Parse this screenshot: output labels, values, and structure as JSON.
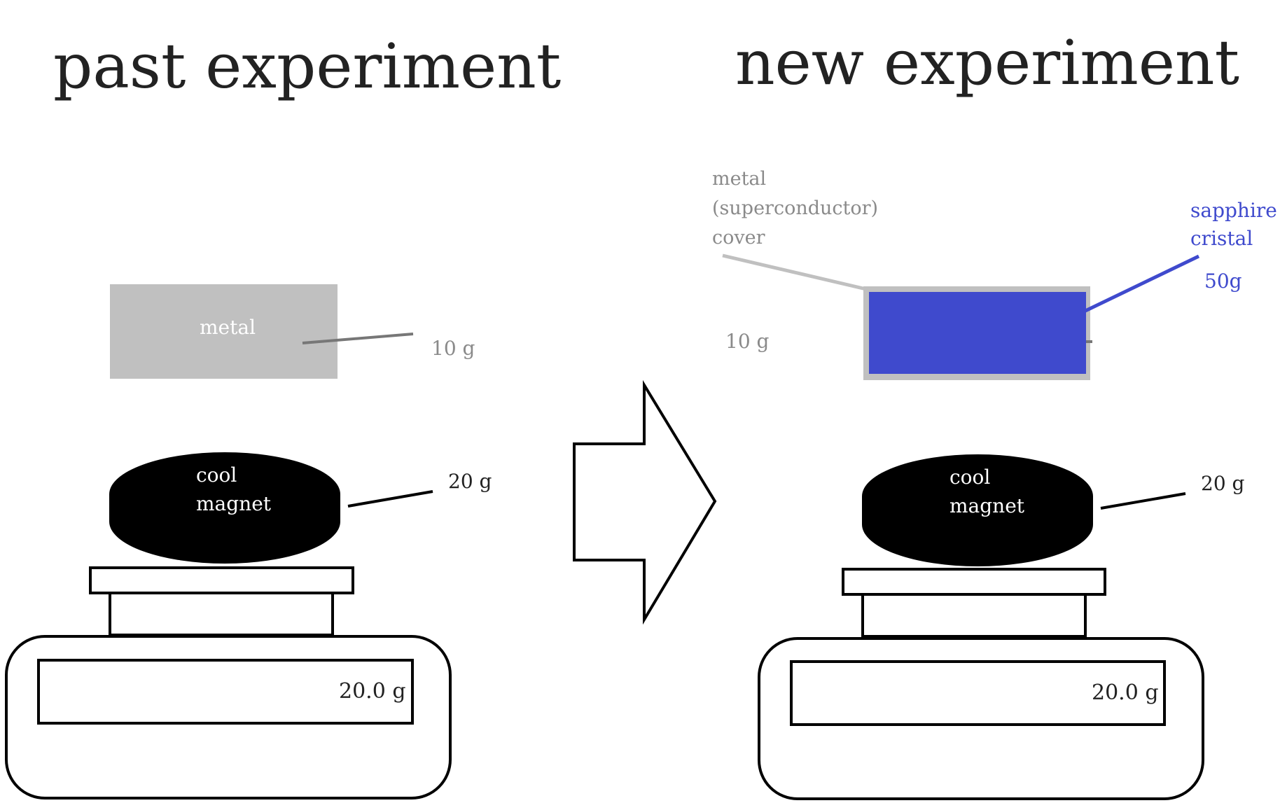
{
  "titles": {
    "left": "past experiment",
    "right": "new experiment"
  },
  "past": {
    "metal_label": "metal",
    "metal_weight": "10 g",
    "magnet_line1": "cool",
    "magnet_line2": "magnet",
    "magnet_weight": "20 g",
    "scale_reading": "20.0 g"
  },
  "new": {
    "cover_line1": "metal",
    "cover_line2": "(superconductor)",
    "cover_line3": "cover",
    "cover_weight": "10 g",
    "sapphire_line1": "sapphire",
    "sapphire_line2": "cristal",
    "sapphire_weight": "50g",
    "magnet_line1": "cool",
    "magnet_line2": "magnet",
    "magnet_weight": "20 g",
    "scale_reading": "20.0 g"
  },
  "colors": {
    "metal_gray": "#c0c0c0",
    "sapphire_blue": "#3f4acd",
    "label_gray": "#8a8a8a",
    "text_dark": "#222222"
  }
}
